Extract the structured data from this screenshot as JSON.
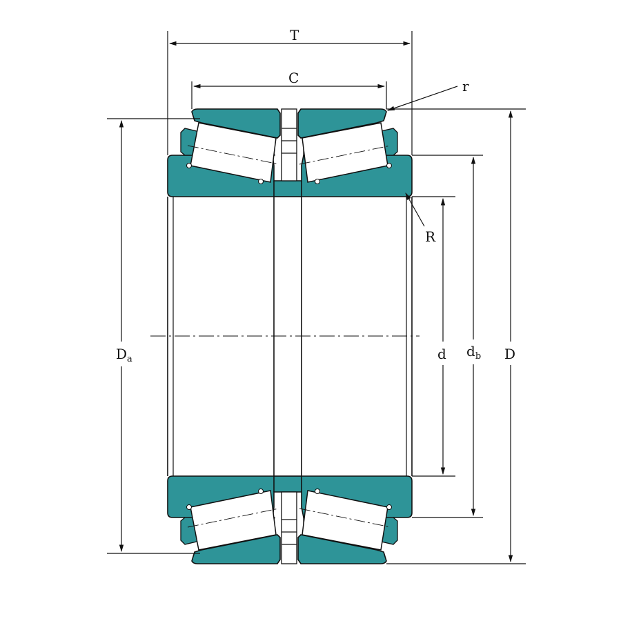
{
  "colors": {
    "ring": "#2e9498",
    "line": "#111111",
    "background": "#ffffff"
  },
  "labels": {
    "T": "T",
    "C": "C",
    "r": "r",
    "R": "R",
    "Da_main": "D",
    "Da_sub": "a",
    "d": "d",
    "db_main": "d",
    "db_sub": "b",
    "D": "D"
  }
}
